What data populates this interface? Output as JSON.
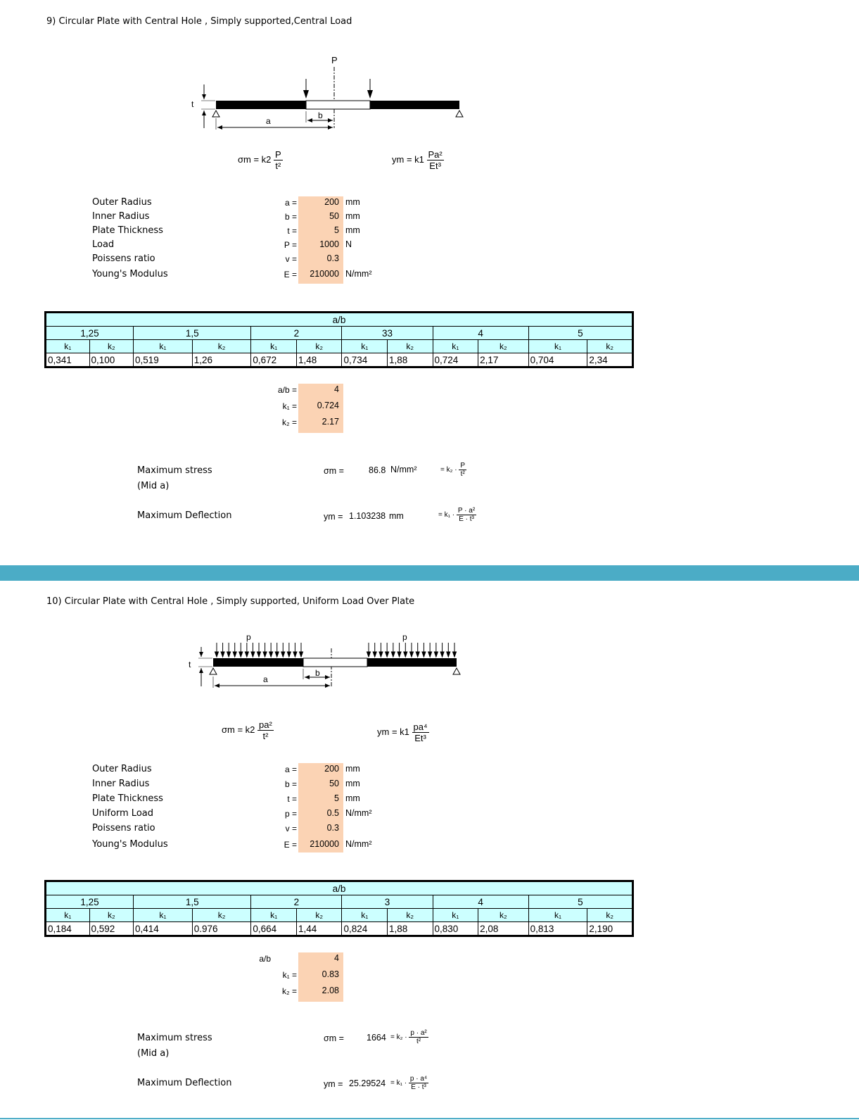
{
  "s1": {
    "title": "9) Circular Plate with Central Hole , Simply supported,Central Load",
    "diagram": {
      "P": "P",
      "t": "t",
      "a": "a",
      "b": "b"
    },
    "formula_sigma": {
      "lhs": "σm = k2",
      "num": "P",
      "den": "t²"
    },
    "formula_y": {
      "lhs": "ym = k1",
      "num": "Pa²",
      "den": "Et³"
    },
    "params": [
      {
        "label": "Outer Radius",
        "sym": "a =",
        "value": "200",
        "unit": "mm"
      },
      {
        "label": "Inner Radius",
        "sym": "b =",
        "value": "50",
        "unit": "mm"
      },
      {
        "label": "Plate Thickness",
        "sym": "t =",
        "value": "5",
        "unit": "mm"
      },
      {
        "label": "Load",
        "sym": "P =",
        "value": "1000",
        "unit": "N"
      },
      {
        "label": "Poissens ratio",
        "sym": "v =",
        "value": "0.3",
        "unit": ""
      },
      {
        "label": "Young's Modulus",
        "sym": "E =",
        "value": "210000",
        "unit": "N/mm²"
      }
    ],
    "table": {
      "header": "a/b",
      "groups": [
        "1,25",
        "1,5",
        "2",
        "33",
        "4",
        "5"
      ],
      "k1": "k₁",
      "k2": "k₂",
      "values": [
        "0,341",
        "0,100",
        "0,519",
        "1,26",
        "0,672",
        "1,48",
        "0,734",
        "1,88",
        "0,724",
        "2,17",
        "0,704",
        "2,34"
      ]
    },
    "lookup": [
      {
        "sym": "a/b =",
        "value": "4"
      },
      {
        "sym": "k₁ =",
        "value": "0.724"
      },
      {
        "sym": "k₂ =",
        "value": "2.17"
      }
    ],
    "stress_label": "Maximum stress",
    "stress_sub": "(Mid a)",
    "stress_sym": "σm =",
    "stress_value": "86.8",
    "stress_unit": "N/mm²",
    "stress_formula": {
      "lhs": "= k₂ ·",
      "num": "P",
      "den": "t²"
    },
    "defl_label": "Maximum Deflection",
    "defl_sym": "ym =",
    "defl_value": "1.103238",
    "defl_unit": "mm",
    "defl_formula": {
      "lhs": "= k₁ ·",
      "num": "P · a²",
      "den": "E · t³"
    }
  },
  "s2": {
    "title": "10) Circular Plate with Central Hole , Simply supported, Uniform Load Over Plate",
    "diagram": {
      "p1": "p",
      "p2": "p",
      "t": "t",
      "a": "a",
      "b": "b"
    },
    "formula_sigma": {
      "lhs": "σm = k2",
      "num": "pa²",
      "den": "t²"
    },
    "formula_y": {
      "lhs": "ym = k1",
      "num": "pa⁴",
      "den": "Et³"
    },
    "params": [
      {
        "label": "Outer Radius",
        "sym": "a =",
        "value": "200",
        "unit": "mm"
      },
      {
        "label": "Inner Radius",
        "sym": "b =",
        "value": "50",
        "unit": "mm"
      },
      {
        "label": "Plate Thickness",
        "sym": "t =",
        "value": "5",
        "unit": "mm"
      },
      {
        "label": "Uniform Load",
        "sym": "p =",
        "value": "0.5",
        "unit": "N/mm²"
      },
      {
        "label": "Poissens ratio",
        "sym": "v =",
        "value": "0.3",
        "unit": ""
      },
      {
        "label": "Young's Modulus",
        "sym": "E =",
        "value": "210000",
        "unit": "N/mm²"
      }
    ],
    "table": {
      "header": "a/b",
      "groups": [
        "1,25",
        "1,5",
        "2",
        "3",
        "4",
        "5"
      ],
      "k1": "k₁",
      "k2": "k₂",
      "values": [
        "0,184",
        "0,592",
        "0,414",
        "0.976",
        "0,664",
        "1,44",
        "0,824",
        "1,88",
        "0,830",
        "2,08",
        "0,813",
        "2,190"
      ]
    },
    "lookup": [
      {
        "sym": "a/b",
        "value": "4"
      },
      {
        "sym": "k₁ =",
        "value": "0.83"
      },
      {
        "sym": "k₂ =",
        "value": "2.08"
      }
    ],
    "stress_label": "Maximum stress",
    "stress_sub": "(Mid a)",
    "stress_sym": "σm =",
    "stress_value": "1664",
    "stress_formula": {
      "lhs": "= k₂ ·",
      "num": "p · a²",
      "den": "t²"
    },
    "defl_label": "Maximum Deflection",
    "defl_sym": "ym =",
    "defl_value": "25.29524",
    "defl_formula": {
      "lhs": "= k₁ ·",
      "num": "p · a⁴",
      "den": "E · t³"
    }
  },
  "colors": {
    "input_cell": "#fbd3b4",
    "table_fill": "#ccffff",
    "band": "#4bacc6"
  }
}
